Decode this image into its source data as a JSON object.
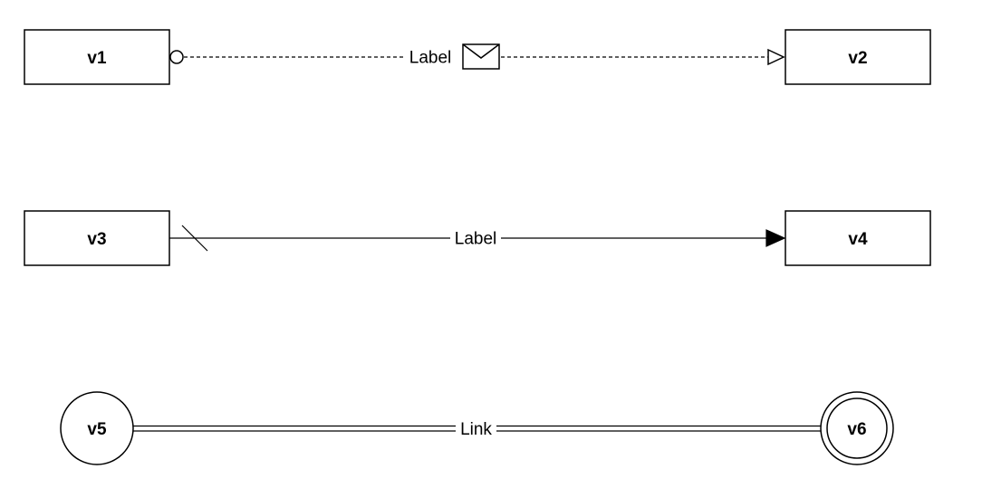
{
  "diagram": {
    "nodes": [
      {
        "id": "v1",
        "label": "v1",
        "shape": "rectangle"
      },
      {
        "id": "v2",
        "label": "v2",
        "shape": "rectangle"
      },
      {
        "id": "v3",
        "label": "v3",
        "shape": "rectangle"
      },
      {
        "id": "v4",
        "label": "v4",
        "shape": "rectangle"
      },
      {
        "id": "v5",
        "label": "v5",
        "shape": "circle"
      },
      {
        "id": "v6",
        "label": "v6",
        "shape": "double-circle"
      }
    ],
    "edges": [
      {
        "from": "v1",
        "to": "v2",
        "label": "Label",
        "line": "dashed",
        "start_marker": "open-circle",
        "end_marker": "open-triangle",
        "label_icon": "envelope-icon"
      },
      {
        "from": "v3",
        "to": "v4",
        "label": "Label",
        "line": "solid",
        "start_marker": "slash",
        "end_marker": "filled-triangle"
      },
      {
        "from": "v5",
        "to": "v6",
        "label": "Link",
        "line": "double"
      }
    ],
    "colors": {
      "stroke": "#000000",
      "fill": "#ffffff",
      "background": "#ffffff"
    }
  }
}
